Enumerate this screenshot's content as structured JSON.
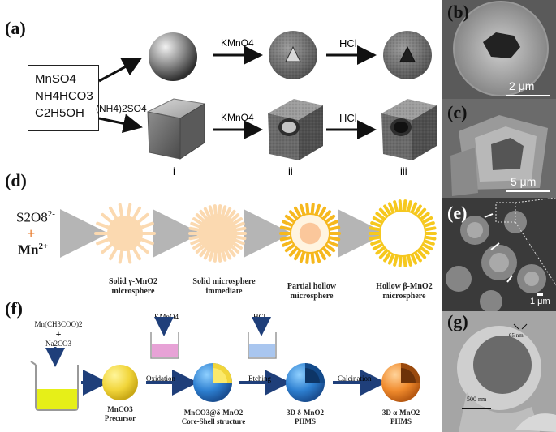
{
  "panel_a": {
    "label": "(a)",
    "reagents": [
      "MnSO4",
      "NH4HCO3",
      "C2H5OH"
    ],
    "additive": "(NH4)2SO4",
    "step1": "KMnO4",
    "step2": "HCl",
    "stages": [
      "i",
      "ii",
      "iii"
    ]
  },
  "panel_b": {
    "label": "(b)",
    "scale": "2 μm"
  },
  "panel_c": {
    "label": "(c)",
    "scale": "5 μm"
  },
  "panel_d": {
    "label": "(d)",
    "reagent1": "S2O8",
    "reagent1_charge": "2-",
    "plus": "+",
    "reagent2": "Mn",
    "reagent2_charge": "2+",
    "captions": [
      [
        "Solid γ-MnO2",
        "microsphere"
      ],
      [
        "Solid microsphere",
        "immediate"
      ],
      [
        "Partial hollow",
        "microsphere"
      ],
      [
        "Hollow β-MnO2",
        "microsphere"
      ]
    ]
  },
  "panel_e": {
    "label": "(e)",
    "scale": "1 μm"
  },
  "panel_f": {
    "label": "(f)",
    "reagents": [
      "Mn(CH3COO)2",
      "+",
      "Na2CO3"
    ],
    "kmno4": "KMnO4",
    "hcl": "HCl",
    "steps": [
      "Oxidation",
      "Etching",
      "Calcination"
    ],
    "captions": [
      [
        "MnCO3",
        "Precursor"
      ],
      [
        "MnCO3@δ-MnO2",
        "Core-Shell structure"
      ],
      [
        "3D δ-MnO2",
        "PHMS"
      ],
      [
        "3D α-MnO2",
        "PHMS"
      ]
    ]
  },
  "panel_g": {
    "label": "(g)",
    "thickness": "65 nm",
    "scale": "500 nm"
  },
  "colors": {
    "navy": "#1f3f7a",
    "yellow": "#f1d53a",
    "orange": "#f08a2c",
    "blue": "#2d7fd0",
    "gray_arrow": "#b5b5b5"
  }
}
